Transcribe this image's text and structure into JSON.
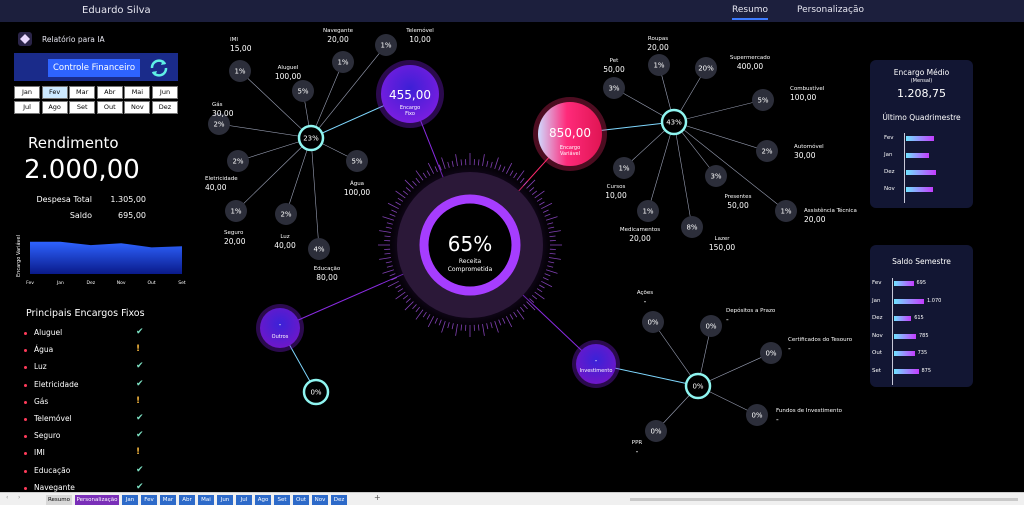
{
  "header": {
    "user": "Eduardo Silva",
    "tabs": [
      {
        "label": "Resumo",
        "active": true
      },
      {
        "label": "Personalização",
        "active": false
      }
    ]
  },
  "left": {
    "ai_report": "Relatório para IA",
    "controle_button": "Controle Financeiro",
    "months": [
      "Jan",
      "Fev",
      "Mar",
      "Abr",
      "Mai",
      "Jun",
      "Jul",
      "Ago",
      "Set",
      "Out",
      "Nov",
      "Dez"
    ],
    "selected_month": "Fev",
    "rendimento_label": "Rendimento",
    "rendimento_value": "2.000,00",
    "despesa_label": "Despesa Total",
    "despesa_value": "1.305,00",
    "saldo_label": "Saldo",
    "saldo_value": "695,00",
    "area_chart": {
      "ylabel": "Encargo Variável",
      "categories": [
        "Fev",
        "Jan",
        "Dez",
        "Nov",
        "Out",
        "Set"
      ],
      "values": [
        850,
        850,
        760,
        810,
        700,
        730
      ]
    },
    "fixed_title": "Principais Encargos Fixos",
    "fixed_items": [
      {
        "name": "Aluguel",
        "status": "ok"
      },
      {
        "name": "Água",
        "status": "warn"
      },
      {
        "name": "Luz",
        "status": "ok"
      },
      {
        "name": "Eletricidade",
        "status": "ok"
      },
      {
        "name": "Gás",
        "status": "warn"
      },
      {
        "name": "Telemóvel",
        "status": "ok"
      },
      {
        "name": "Seguro",
        "status": "ok"
      },
      {
        "name": "IMI",
        "status": "warn"
      },
      {
        "name": "Educação",
        "status": "ok"
      },
      {
        "name": "Navegante",
        "status": "ok"
      }
    ]
  },
  "center": {
    "percent": "65%",
    "line1": "Receita",
    "line2": "Comprometida",
    "fixed_hub": {
      "value": "455,00",
      "label1": "Encargo",
      "label2": "Fixo",
      "pct": "23%"
    },
    "variable_hub": {
      "value": "850,00",
      "label1": "Encargo",
      "label2": "Variável",
      "pct": "43%"
    },
    "outros_hub": {
      "value": "-",
      "label": "Outros",
      "pct": "0%"
    },
    "invest_hub": {
      "value": "-",
      "label": "Investimento",
      "pct": "0%"
    }
  },
  "fixed_nodes": [
    {
      "name": "IMI",
      "value": "15,00",
      "pct": "1%"
    },
    {
      "name": "Navegante",
      "value": "20,00",
      "pct": "1%"
    },
    {
      "name": "Telemóvel",
      "value": "10,00",
      "pct": "1%"
    },
    {
      "name": "Aluguel",
      "value": "100,00",
      "pct": "5%"
    },
    {
      "name": "Gás",
      "value": "30,00",
      "pct": "2%"
    },
    {
      "name": "Eletricidade",
      "value": "40,00",
      "pct": "2%"
    },
    {
      "name": "Água",
      "value": "100,00",
      "pct": "5%"
    },
    {
      "name": "Seguro",
      "value": "20,00",
      "pct": "1%"
    },
    {
      "name": "Luz",
      "value": "40,00",
      "pct": "2%"
    },
    {
      "name": "Educação",
      "value": "80,00",
      "pct": "4%"
    }
  ],
  "variable_nodes": [
    {
      "name": "Roupas",
      "value": "20,00",
      "pct": "1%"
    },
    {
      "name": "Supermercado",
      "value": "400,00",
      "pct": "20%"
    },
    {
      "name": "Pet",
      "value": "50,00",
      "pct": "3%"
    },
    {
      "name": "Combustível",
      "value": "100,00",
      "pct": "5%"
    },
    {
      "name": "Automóvel",
      "value": "30,00",
      "pct": "2%"
    },
    {
      "name": "Cursos",
      "value": "10,00",
      "pct": "1%"
    },
    {
      "name": "Presentes",
      "value": "50,00",
      "pct": "3%"
    },
    {
      "name": "Medicamentos",
      "value": "20,00",
      "pct": "1%"
    },
    {
      "name": "Assistência Técnica",
      "value": "20,00",
      "pct": "1%"
    },
    {
      "name": "Lazer",
      "value": "150,00",
      "pct": "8%"
    }
  ],
  "invest_nodes": [
    {
      "name": "Ações",
      "value": "-",
      "pct": "0%"
    },
    {
      "name": "Depósitos a Prazo",
      "value": "-",
      "pct": "0%"
    },
    {
      "name": "Certificados do Tesouro",
      "value": "-",
      "pct": "0%"
    },
    {
      "name": "Fundos de Investimento",
      "value": "-",
      "pct": "0%"
    },
    {
      "name": "PPR",
      "value": "-",
      "pct": "0%"
    }
  ],
  "encargo_medio": {
    "title": "Encargo Médio",
    "subtitle": "(Mensal)",
    "value": "1.208,75",
    "quad_title": "Último Quadrimestre",
    "categories": [
      "Fev",
      "Jan",
      "Dez",
      "Nov"
    ],
    "values": [
      1305,
      1070,
      1385,
      1265
    ]
  },
  "saldo_semestre": {
    "title": "Saldo Semestre",
    "categories": [
      "Fev",
      "Jan",
      "Dez",
      "Nov",
      "Out",
      "Set"
    ],
    "values": [
      695,
      1070,
      615,
      785,
      735,
      875
    ],
    "labels": [
      "695",
      "1.070",
      "615",
      "785",
      "735",
      "875"
    ]
  },
  "sheet_tabs": [
    "Resumo",
    "Personalização",
    "Jan",
    "Fev",
    "Mar",
    "Abr",
    "Mai",
    "Jun",
    "Jul",
    "Ago",
    "Set",
    "Out",
    "Nov",
    "Dez"
  ],
  "colors": {
    "accent_blue": "#2e63ff",
    "purple": "#8a2be2",
    "pink": "#ff2a6d",
    "cyan": "#7ff5f5"
  }
}
